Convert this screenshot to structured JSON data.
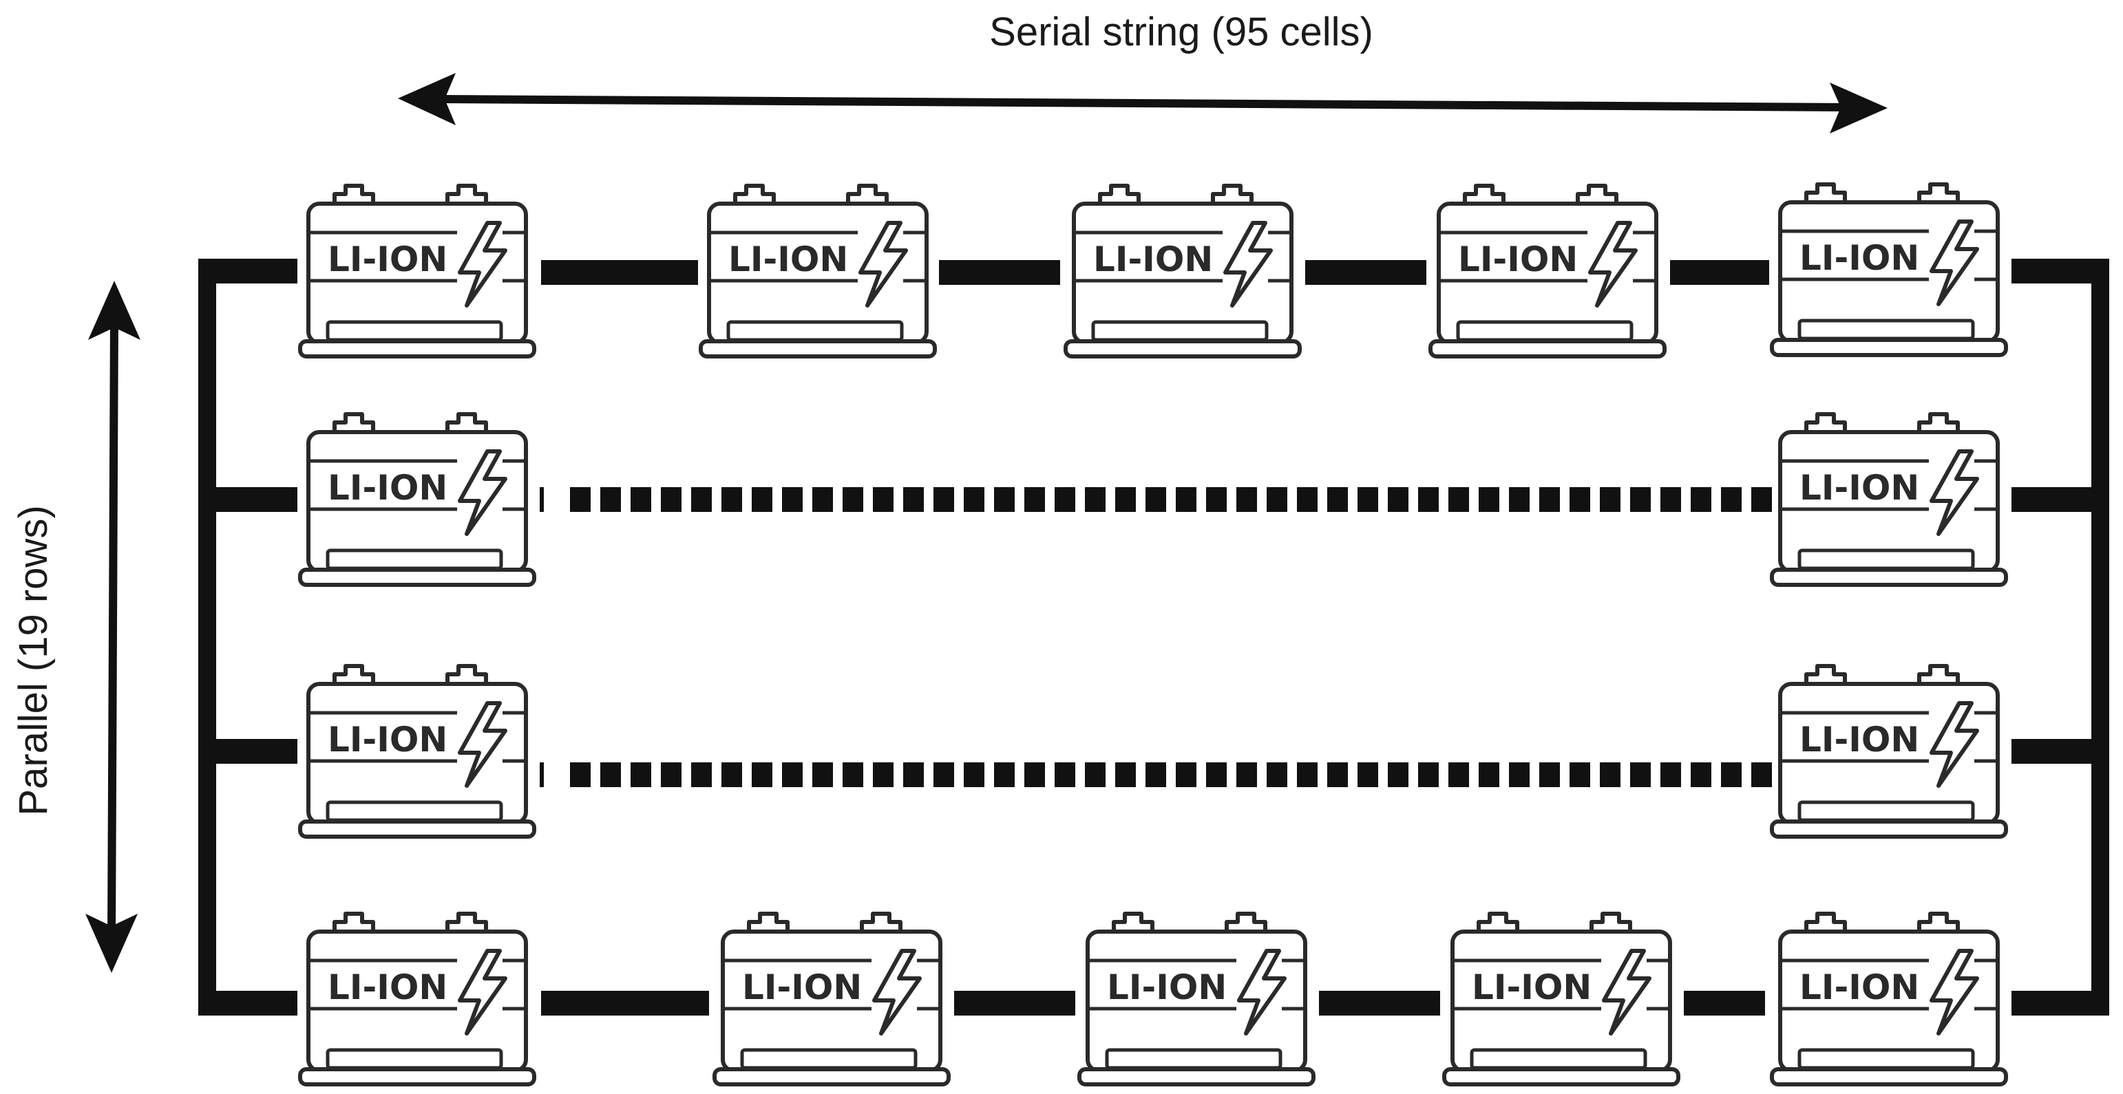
{
  "labels": {
    "serial": "Serial string (95 cells)",
    "parallel": "Parallel (19 rows)"
  },
  "battery_label": "LI-ION",
  "colors": {
    "line": "#111111",
    "battery_stroke": "#2a2a2a"
  },
  "icons": {
    "battery": "battery-icon",
    "bolt": "lightning-bolt-icon"
  }
}
